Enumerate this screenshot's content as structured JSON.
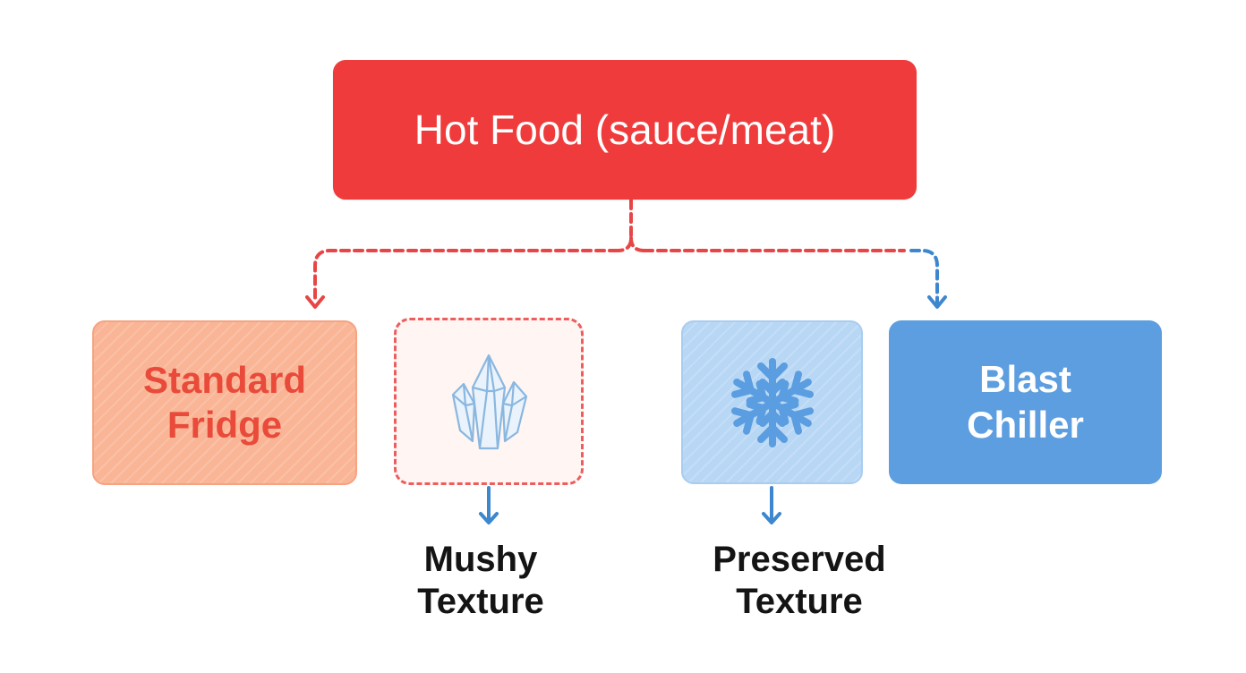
{
  "nodes": {
    "top": {
      "label": "Hot Food (sauce/meat)"
    },
    "standard_fridge": {
      "line1": "Standard",
      "line2": "Fridge"
    },
    "blast_chiller": {
      "line1": "Blast",
      "line2": "Chiller"
    }
  },
  "outcomes": {
    "mushy": {
      "line1": "Mushy",
      "line2": "Texture",
      "icon": "ice-crystal-icon"
    },
    "preserved": {
      "line1": "Preserved",
      "line2": "Texture",
      "icon": "snowflake-icon"
    }
  },
  "colors": {
    "red": "#ef3b3b",
    "salmon": "#f9b596",
    "salmon_text": "#e94a3a",
    "light_blue": "#b8d7f5",
    "blue": "#5d9ee0",
    "connector_red": "#e84545",
    "connector_blue": "#3d87cf"
  }
}
